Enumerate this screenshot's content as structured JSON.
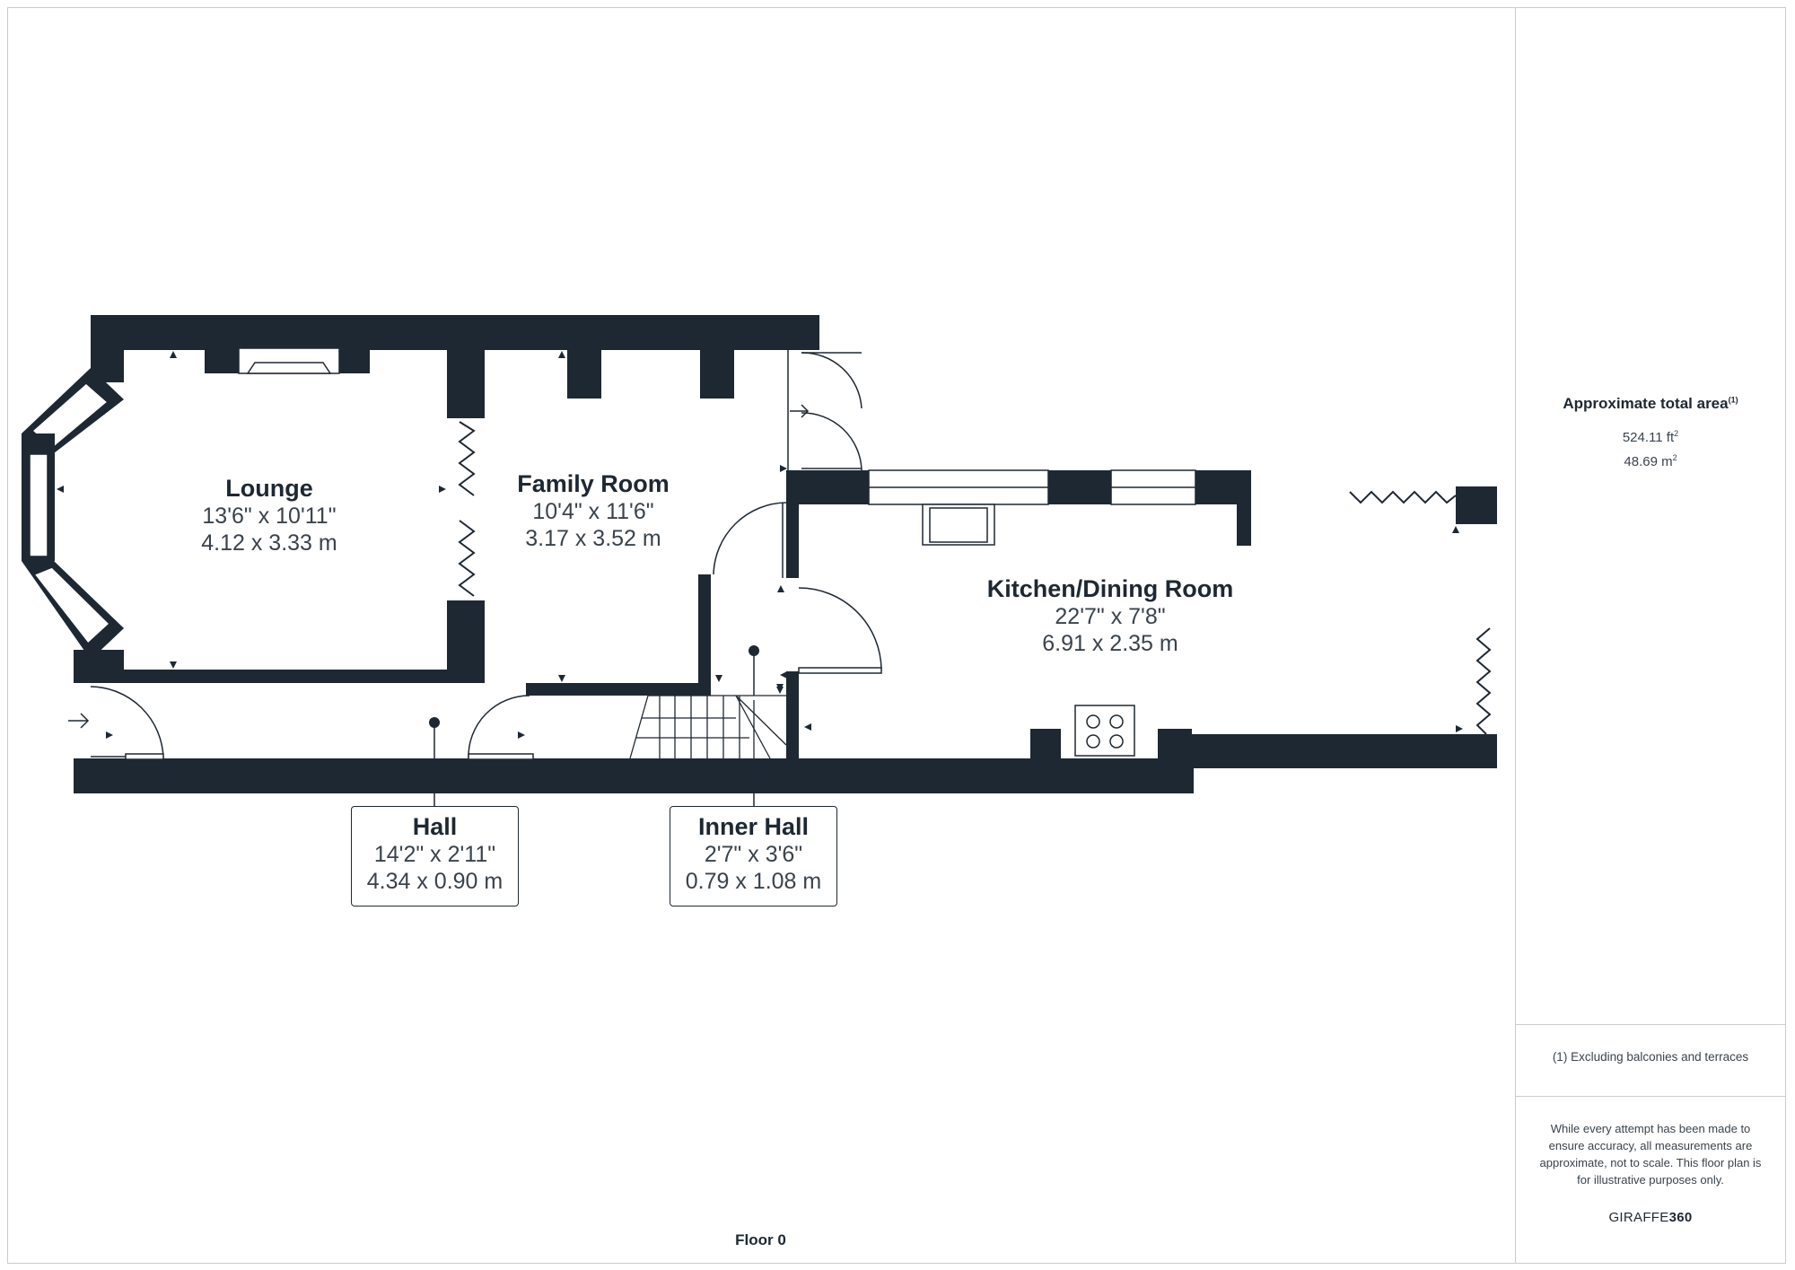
{
  "floor": {
    "label": "Floor 0"
  },
  "rooms": [
    {
      "id": "lounge",
      "name": "Lounge",
      "imperial": "13'6\" x 10'11\"",
      "metric": "4.12 x 3.33 m"
    },
    {
      "id": "family",
      "name": "Family Room",
      "imperial": "10'4\" x 11'6\"",
      "metric": "3.17 x 3.52 m"
    },
    {
      "id": "kitchen",
      "name": "Kitchen/Dining Room",
      "imperial": "22'7\" x 7'8\"",
      "metric": "6.91 x 2.35 m"
    },
    {
      "id": "hall",
      "name": "Hall",
      "imperial": "14'2\" x 2'11\"",
      "metric": "4.34 x 0.90 m"
    },
    {
      "id": "inner-hall",
      "name": "Inner Hall",
      "imperial": "2'7\" x 3'6\"",
      "metric": "0.79 x 1.08 m"
    }
  ],
  "summary": {
    "title": "Approximate total area",
    "title_sup": "(1)",
    "area_ft": "524.11 ft",
    "area_ft_sup": "2",
    "area_m": "48.69 m",
    "area_m_sup": "2",
    "footnote": "(1) Excluding balconies and terraces",
    "disclaimer": "While every attempt has been made to ensure accuracy, all measurements are approximate, not to scale. This floor plan is for illustrative purposes only.",
    "brand_prefix": "GIRAFFE",
    "brand_suffix": "360"
  },
  "colors": {
    "wall": "#1e2832",
    "window": "#ffffff",
    "line": "#1e2832",
    "border": "#c9ccd0"
  }
}
